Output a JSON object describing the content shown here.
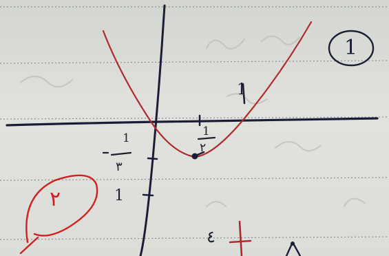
{
  "notebook": {
    "question_number": "1",
    "circled_mark": "٢"
  },
  "graph": {
    "x_marks": [
      {
        "label": "1",
        "value": 1
      },
      {
        "label": "1/2",
        "value": 0.5
      }
    ],
    "y_marks": [
      {
        "label": "-1/3",
        "value": -0.333
      },
      {
        "label": "1",
        "value": 1
      }
    ],
    "vertex_label": "1/2",
    "curve_color": "#b02a2a",
    "axis_color": "#1a1d35"
  },
  "bottom": {
    "label": "٤",
    "tick_color": "#b02a2a"
  }
}
